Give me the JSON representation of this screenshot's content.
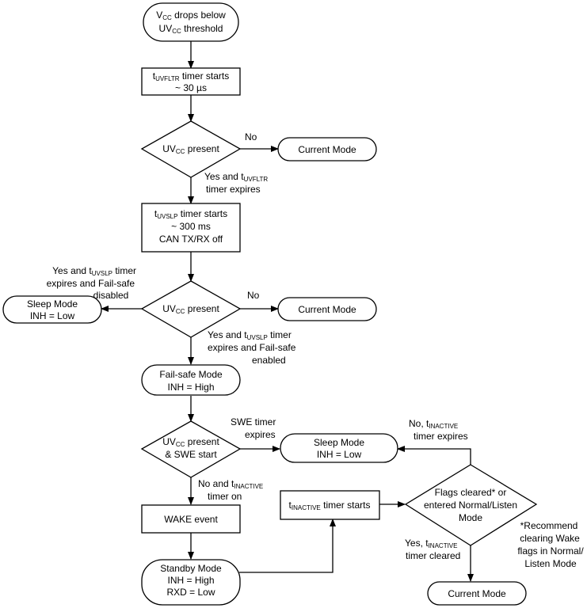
{
  "nodes": {
    "start": {
      "line1_main": "V",
      "line1_sub": "CC",
      "line1_rest": " drops below",
      "line2_main": "UV",
      "line2_sub": "CC",
      "line2_rest": " threshold"
    },
    "uvfltr_timer": {
      "line1_main": "t",
      "line1_sub": "UVFLTR",
      "line1_rest": " timer starts",
      "line2": "~ 30 µs"
    },
    "decision1": {
      "main": "UV",
      "sub": "CC",
      "rest": " present"
    },
    "current_mode_1": {
      "label": "Current  Mode"
    },
    "uvslp_timer": {
      "line1_main": "t",
      "line1_sub": "UVSLP",
      "line1_rest": " timer starts",
      "line2": "~ 300 ms",
      "line3": "CAN TX/RX off"
    },
    "decision2": {
      "main": "UV",
      "sub": "CC",
      "rest": " present"
    },
    "sleep_mode_left": {
      "line1": "Sleep Mode",
      "line2": "INH = Low"
    },
    "current_mode_2": {
      "label": "Current  Mode"
    },
    "failsafe_mode": {
      "line1": "Fail-safe Mode",
      "line2": "INH = High"
    },
    "decision3": {
      "line1_main": "UV",
      "line1_sub": "CC",
      "line1_rest": " present",
      "line2": "& SWE start"
    },
    "sleep_mode_right": {
      "line1": "Sleep Mode",
      "line2": "INH = Low"
    },
    "wake_event": {
      "label": "WAKE event"
    },
    "inactive_timer": {
      "main": "t",
      "sub": "INACTIVE",
      "rest": " timer starts"
    },
    "decision4": {
      "line1": "Flags cleared* or",
      "line2": "entered Normal/Listen",
      "line3": "Mode"
    },
    "standby_mode": {
      "line1": "Standby Mode",
      "line2": "INH = High",
      "line3": "RXD = Low"
    },
    "current_mode_3": {
      "label": "Current  Mode"
    }
  },
  "edge_labels": {
    "d1_no": "No",
    "d1_yes": {
      "line1_pre": "Yes and t",
      "line1_sub": "UVFLTR",
      "line2": "timer expires"
    },
    "d2_no": "No",
    "d2_left": {
      "line1_pre": "Yes and t",
      "line1_sub": "UVSLP",
      "line1_post": " timer",
      "line2": "expires and Fail-safe",
      "line3": "disabled"
    },
    "d2_down": {
      "line1_pre": "Yes and t",
      "line1_sub": "UVSLP",
      "line1_post": " timer",
      "line2": "expires and Fail-safe",
      "line3": "enabled"
    },
    "d3_right": {
      "line1": "SWE timer",
      "line2": "expires"
    },
    "d3_down": {
      "line1_pre": "No and t",
      "line1_sub": "INACTIVE",
      "line2": "timer on"
    },
    "d4_up": {
      "line1_pre": "No, t",
      "line1_sub": "INACTIVE",
      "line2": "timer expires"
    },
    "d4_down": {
      "line1_pre": "Yes, t",
      "line1_sub": "INACTIVE",
      "line2": "timer cleared"
    }
  },
  "note": {
    "line1": "*Recommend",
    "line2": "clearing Wake",
    "line3": "flags in Normal/",
    "line4": "Listen Mode"
  }
}
